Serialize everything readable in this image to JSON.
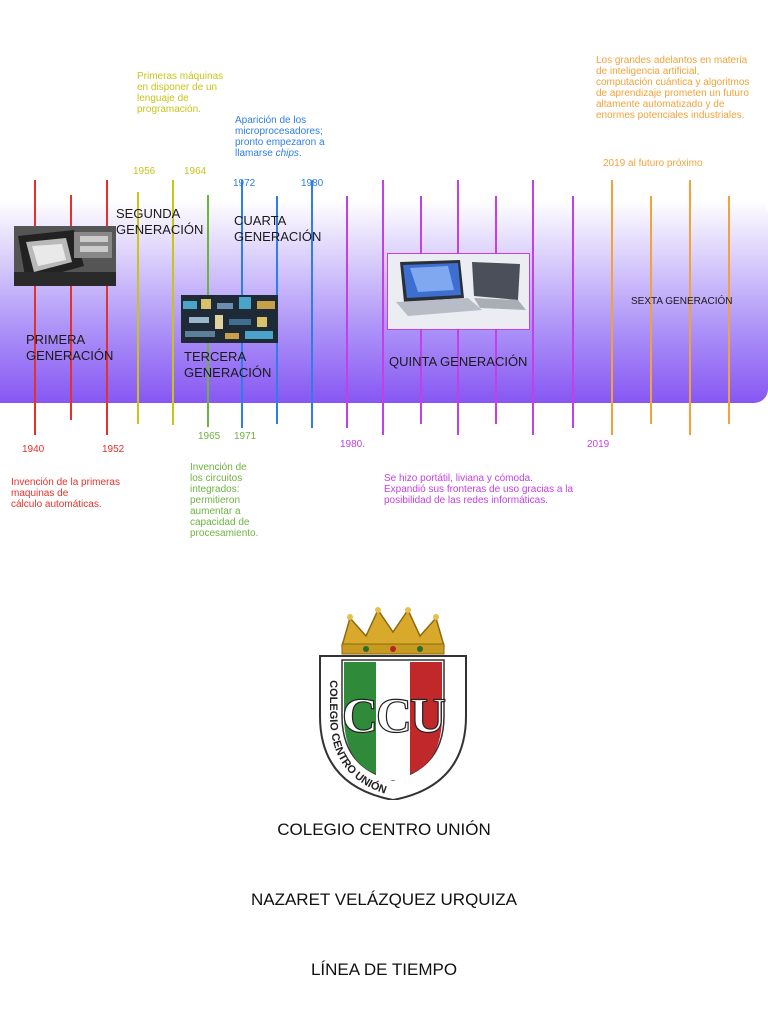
{
  "generations": {
    "first": "PRIMERA\nGENERACIÓN",
    "second": "SEGUNDA\nGENERACIÓN",
    "third": "TERCERA\nGENERACIÓN",
    "fourth": "CUARTA\nGENERACIÓN",
    "fifth": "QUINTA GENERACIÓN",
    "sixth": "SEXTA GENERACIÓN"
  },
  "years": {
    "y1940": "1940",
    "y1952": "1952",
    "y1956": "1956",
    "y1964": "1964",
    "y1965": "1965",
    "y1971": "1971",
    "y1972": "1972",
    "y1980": "1980",
    "y1980b": "1980.",
    "y2019": "2019",
    "y2019_future": "2019 al futuro próximo"
  },
  "notes": {
    "first": "Invención de la primeras\nmaquinas de\ncálculo automáticas.",
    "second": "Primeras máquinas\nen disponer de un\nlenguaje de\nprogramación.",
    "third": "Invención de\nlos circuitos\nintegrados:\npermitieron\naumentar a\ncapacidad de\nprocesamiento.",
    "fourth_pre": "Aparición de los\nmicroprocesadores;\npronto empezaron a\nllamarse ",
    "fourth_em": "chips",
    "fourth_post": ".",
    "fifth": "Se hizo portátil, liviana y cómoda.\nExpandió sus fronteras de uso gracias a la\nposibilidad de las redes informáticas.",
    "sixth": "Los grandes adelantos en materia\nde inteligencia artificial,\ncomputación cuántica y algoritmos\nde aprendizaje prometen un futuro\naltamente automatizado y de\nenormes potenciales industriales."
  },
  "logo": {
    "letters": "CCU",
    "ring_text": "COLEGIO CENTRO UNIÓN"
  },
  "footer": {
    "school": "COLEGIO CENTRO UNIÓN",
    "author": "NAZARET VELÁZQUEZ URQUIZA",
    "title": "LÍNEA DE TIEMPO"
  },
  "colors": {
    "red": "#e8302a",
    "yellow": "#c8c41a",
    "green": "#6db33f",
    "blue": "#2f7ee6",
    "magenta": "#c43fe6",
    "orange": "#f3a23a"
  }
}
